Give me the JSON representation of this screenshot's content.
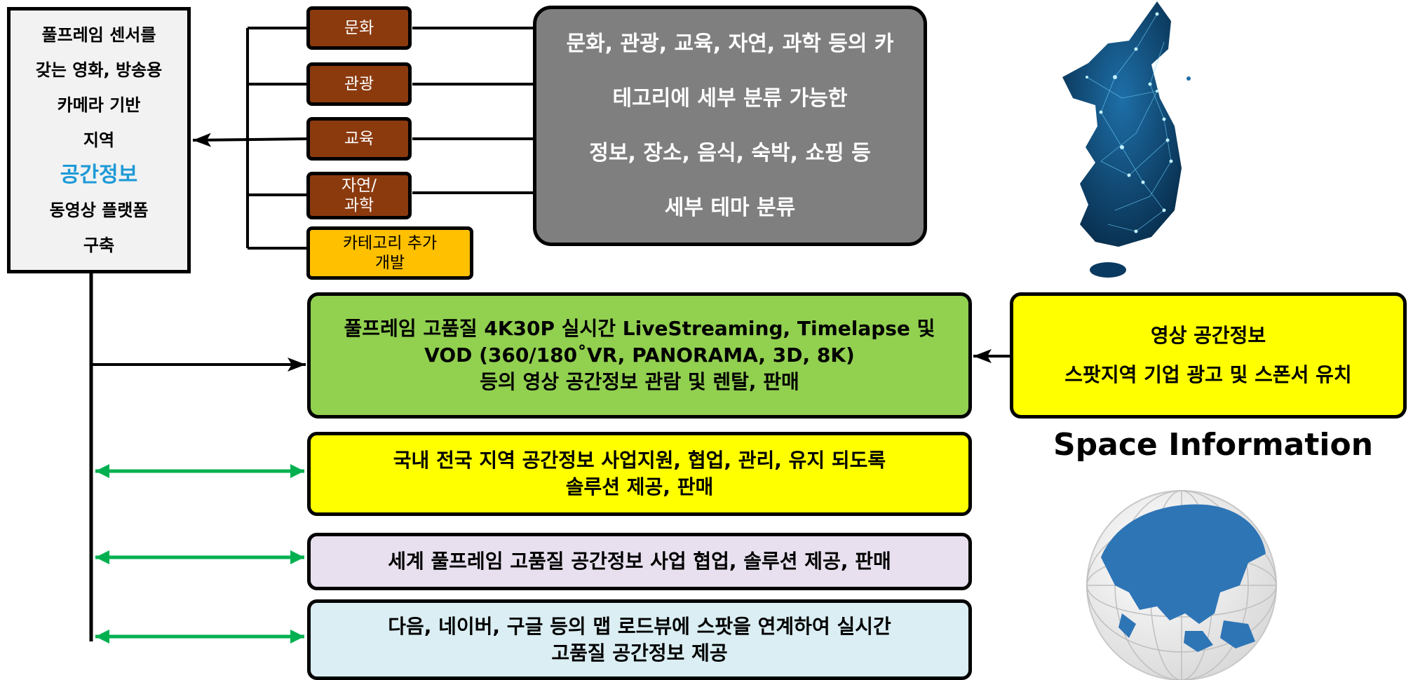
{
  "left_box": {
    "lines": [
      "풀프레임 센서를",
      "갖는 영화, 방송용",
      "카메라 기반",
      "지역",
      "공간정보",
      "동영상 플랫폼",
      "구축"
    ]
  },
  "categories": [
    {
      "label": "문화"
    },
    {
      "label": "관광"
    },
    {
      "label": "교육"
    },
    {
      "label": "자연/\n과학"
    },
    {
      "label": "카테고리 추가\n개발"
    }
  ],
  "category_info": {
    "lines": [
      "문화, 관광, 교육, 자연, 과학 등의 카",
      "테고리에  세부 분류 가능한",
      "정보, 장소, 음식, 숙박, 쇼핑 등",
      "세부 테마 분류"
    ]
  },
  "streaming_box": {
    "lines": [
      "풀프레임 고품질 4K30P 실시간 LiveStreaming, Timelapse 및",
      "VOD (360/180˚VR, PANORAMA, 3D, 8K)",
      "등의 영상 공간정보 관람 및 렌탈, 판매"
    ]
  },
  "ad_box": {
    "lines": [
      "영상 공간정보",
      "스팟지역 기업 광고 및 스폰서 유치"
    ]
  },
  "domestic_box": {
    "lines": [
      "국내 전국 지역 공간정보 사업지원, 협업, 관리, 유지 되도록",
      "솔루션 제공, 판매"
    ]
  },
  "world_box": {
    "text": "세계 풀프레임 고품질 공간정보 사업 협업, 솔루션 제공, 판매"
  },
  "map_box": {
    "lines": [
      "다음, 네이버, 구글 등의 맵 로드뷰에 스팟을 연계하여 실시간",
      "고품질 공간정보 제공"
    ]
  },
  "space_title": "Space Information",
  "colors": {
    "accent_text": "#1e9ad6",
    "category_brown": "#8b3a0e",
    "category_add": "#ffc000",
    "info_gray": "#7f7f7f",
    "streaming_green": "#92d050",
    "highlight_yellow": "#ffff00",
    "world_lavender": "#e8e0ee",
    "map_lightblue": "#daeef3",
    "arrow_green": "#00b050"
  },
  "icons": {
    "korea_map": "korea-network-map-icon",
    "globe": "globe-icon"
  }
}
